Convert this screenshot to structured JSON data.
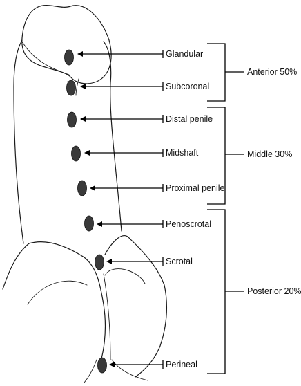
{
  "sites": [
    {
      "label": "Glandular"
    },
    {
      "label": "Subcoronal"
    },
    {
      "label": "Distal penile"
    },
    {
      "label": "Midshaft"
    },
    {
      "label": "Proximal penile"
    },
    {
      "label": "Penoscrotal"
    },
    {
      "label": "Scrotal"
    },
    {
      "label": "Perineal"
    }
  ],
  "groups": [
    {
      "label": "Anterior 50%"
    },
    {
      "label": "Middle 30%"
    },
    {
      "label": "Posterior 20%"
    }
  ],
  "colors": {
    "line": "#1a1a1a",
    "spot": "#3a3a3a",
    "background": "#ffffff"
  }
}
